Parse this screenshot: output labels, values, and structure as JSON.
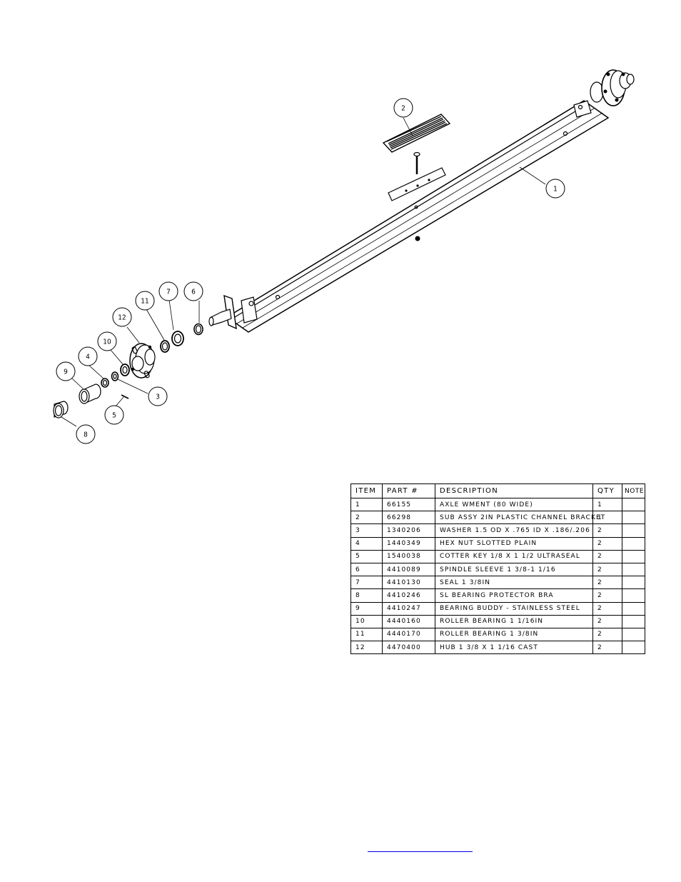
{
  "balloons": [
    "1",
    "2",
    "3",
    "4",
    "5",
    "6",
    "7",
    "8",
    "9",
    "10",
    "11",
    "12"
  ],
  "bom": {
    "headers": [
      "ITEM",
      "PART #",
      "DESCRIPTION",
      "QTY",
      "NOTE"
    ],
    "rows": [
      {
        "item": "1",
        "part": "66155",
        "description": "AXLE WMENT (80 WIDE)",
        "qty": "1",
        "note": ""
      },
      {
        "item": "2",
        "part": "66298",
        "description": "SUB ASSY 2IN PLASTIC CHANNEL BRACKET",
        "qty": "1",
        "note": ""
      },
      {
        "item": "3",
        "part": "1340206",
        "description": "WASHER 1.5 OD X .765 ID X .186/.206",
        "qty": "2",
        "note": ""
      },
      {
        "item": "4",
        "part": "1440349",
        "description": "HEX NUT SLOTTED PLAIN",
        "qty": "2",
        "note": ""
      },
      {
        "item": "5",
        "part": "1540038",
        "description": "COTTER KEY 1/8 X 1 1/2 ULTRASEAL",
        "qty": "2",
        "note": ""
      },
      {
        "item": "6",
        "part": "4410089",
        "description": "SPINDLE SLEEVE  1 3/8-1 1/16",
        "qty": "2",
        "note": ""
      },
      {
        "item": "7",
        "part": "4410130",
        "description": "SEAL  1 3/8IN",
        "qty": "2",
        "note": ""
      },
      {
        "item": "8",
        "part": "4410246",
        "description": "SL BEARING PROTECTOR BRA",
        "qty": "2",
        "note": ""
      },
      {
        "item": "9",
        "part": "4410247",
        "description": "BEARING BUDDY - STAINLESS STEEL",
        "qty": "2",
        "note": ""
      },
      {
        "item": "10",
        "part": "4440160",
        "description": "ROLLER BEARING   1 1/16IN",
        "qty": "2",
        "note": ""
      },
      {
        "item": "11",
        "part": "4440170",
        "description": "ROLLER BEARING   1 3/8IN",
        "qty": "2",
        "note": ""
      },
      {
        "item": "12",
        "part": "4470400",
        "description": "HUB  1 3/8 X 1 1/16 CAST",
        "qty": "2",
        "note": ""
      }
    ]
  }
}
